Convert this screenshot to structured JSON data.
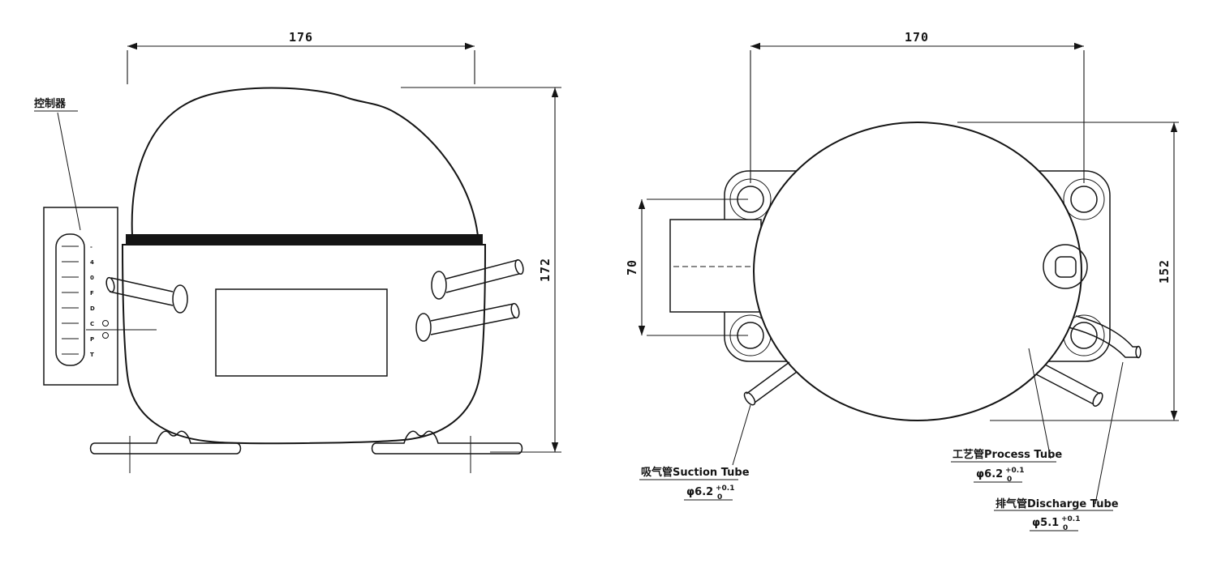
{
  "front_view": {
    "controller_label": "控制器",
    "dim_width": "176",
    "dim_height": "172",
    "terminal_pins": [
      "-",
      "4",
      "0",
      "F",
      "D",
      "C",
      "P",
      "T"
    ]
  },
  "top_view": {
    "dim_hole_width": "170",
    "dim_height": "152",
    "dim_hole_height": "70",
    "suction": {
      "label": "吸气管Suction Tube",
      "dia": "φ6.2",
      "tol_sup": "+0.1",
      "tol_sub": "0"
    },
    "process": {
      "label": "工艺管Process Tube",
      "dia": "φ6.2",
      "tol_sup": "+0.1",
      "tol_sub": "0"
    },
    "discharge": {
      "label": "排气管Discharge Tube",
      "dia": "φ5.1",
      "tol_sup": "+0.1",
      "tol_sub": "0"
    }
  },
  "colors": {
    "line": "#151515",
    "bg": "#ffffff"
  }
}
